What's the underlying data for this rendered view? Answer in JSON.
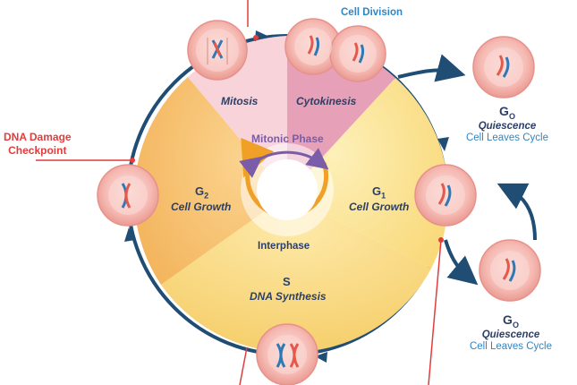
{
  "diagram": {
    "cell_division_label": "Cell Division",
    "dna_checkpoint_label": [
      "DNA Damage",
      "Checkpoint"
    ],
    "phases": {
      "mitosis": "Mitosis",
      "cytokinesis": "Cytokinesis",
      "g1_name": "G",
      "g1_sub": "1",
      "g1_desc": "Cell Growth",
      "g2_name": "G",
      "g2_sub": "2",
      "g2_desc": "Cell Growth",
      "s_name": "S",
      "s_desc": "DNA Synthesis"
    },
    "mitotic_phase_label": "Mitonic Phase",
    "interphase_label": "Interphase",
    "g0_top": {
      "title": "G",
      "sub": "O",
      "desc1": "Quiescence",
      "desc2": "Cell Leaves Cycle"
    },
    "g0_bottom": {
      "title": "G",
      "sub": "O",
      "desc1": "Quiescence",
      "desc2": "Cell Leaves Cycle"
    },
    "colors": {
      "mitosis_sector": "#f7cfd6",
      "cytokinesis_sector": "#e8a3b8",
      "g1_sector": "#fbe08a",
      "g2_sector": "#f6bd6a",
      "s_sector": "#f9d77d",
      "arrow": "#1f4d74",
      "checkpoint_red": "#e23c3c",
      "mitotic_purple": "#7a5ca8",
      "interphase_orange": "#f0a026"
    }
  }
}
